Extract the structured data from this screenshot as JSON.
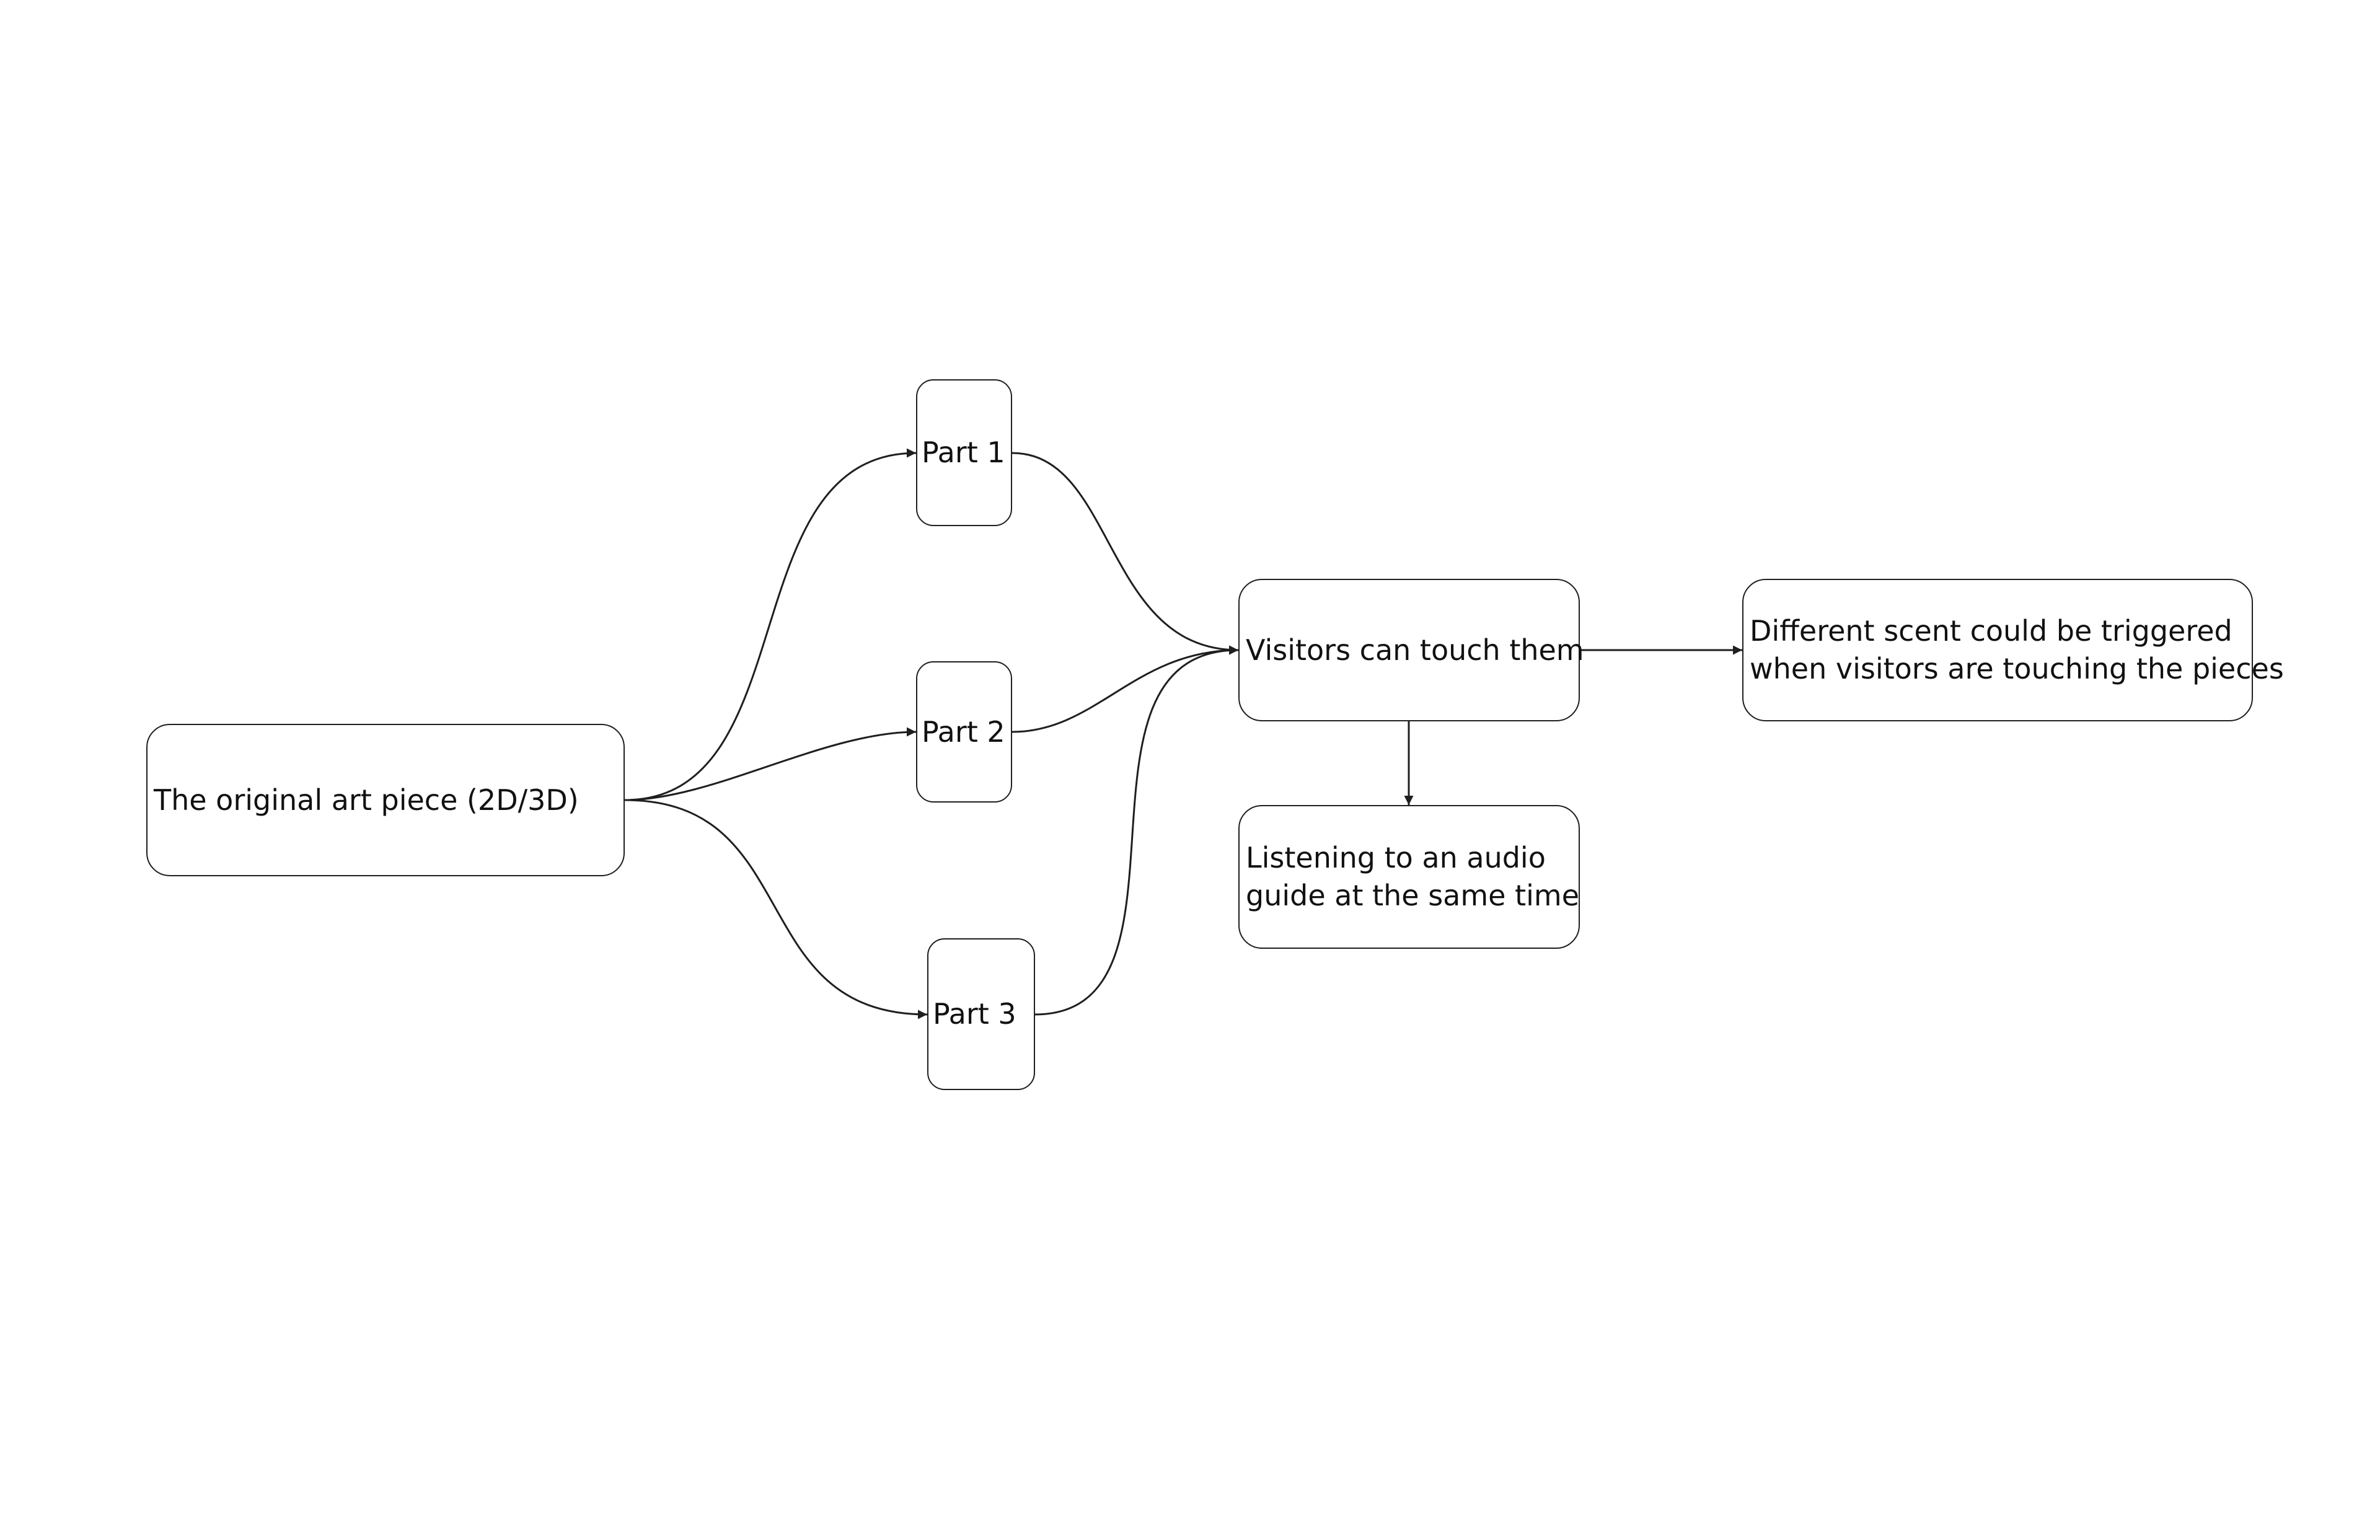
{
  "nodes": {
    "original": {
      "label": "The original art piece (2D/3D)"
    },
    "part1": {
      "label": "Part 1"
    },
    "part2": {
      "label": "Part 2"
    },
    "part3": {
      "label": "Part 3"
    },
    "touch": {
      "label": "Visitors can touch them"
    },
    "scent": {
      "lines": [
        "Different scent could be triggered",
        "when visitors are touching the pieces"
      ]
    },
    "audio": {
      "lines": [
        "Listening to an audio",
        "guide at the same time"
      ]
    }
  },
  "edges": [
    {
      "from": "The original art piece (2D/3D)",
      "to": "Part 1"
    },
    {
      "from": "The original art piece (2D/3D)",
      "to": "Part 2"
    },
    {
      "from": "The original art piece (2D/3D)",
      "to": "Part 3"
    },
    {
      "from": "Part 1",
      "to": "Visitors can touch them"
    },
    {
      "from": "Part 2",
      "to": "Visitors can touch them"
    },
    {
      "from": "Part 3",
      "to": "Visitors can touch them"
    },
    {
      "from": "Visitors can touch them",
      "to": "Different scent could be triggered when visitors are touching the pieces"
    },
    {
      "from": "Visitors can touch them",
      "to": "Listening to an audio guide at the same time"
    }
  ],
  "colors": {
    "stroke": "#1f1f1f",
    "text": "#111111",
    "background": "#ffffff"
  }
}
